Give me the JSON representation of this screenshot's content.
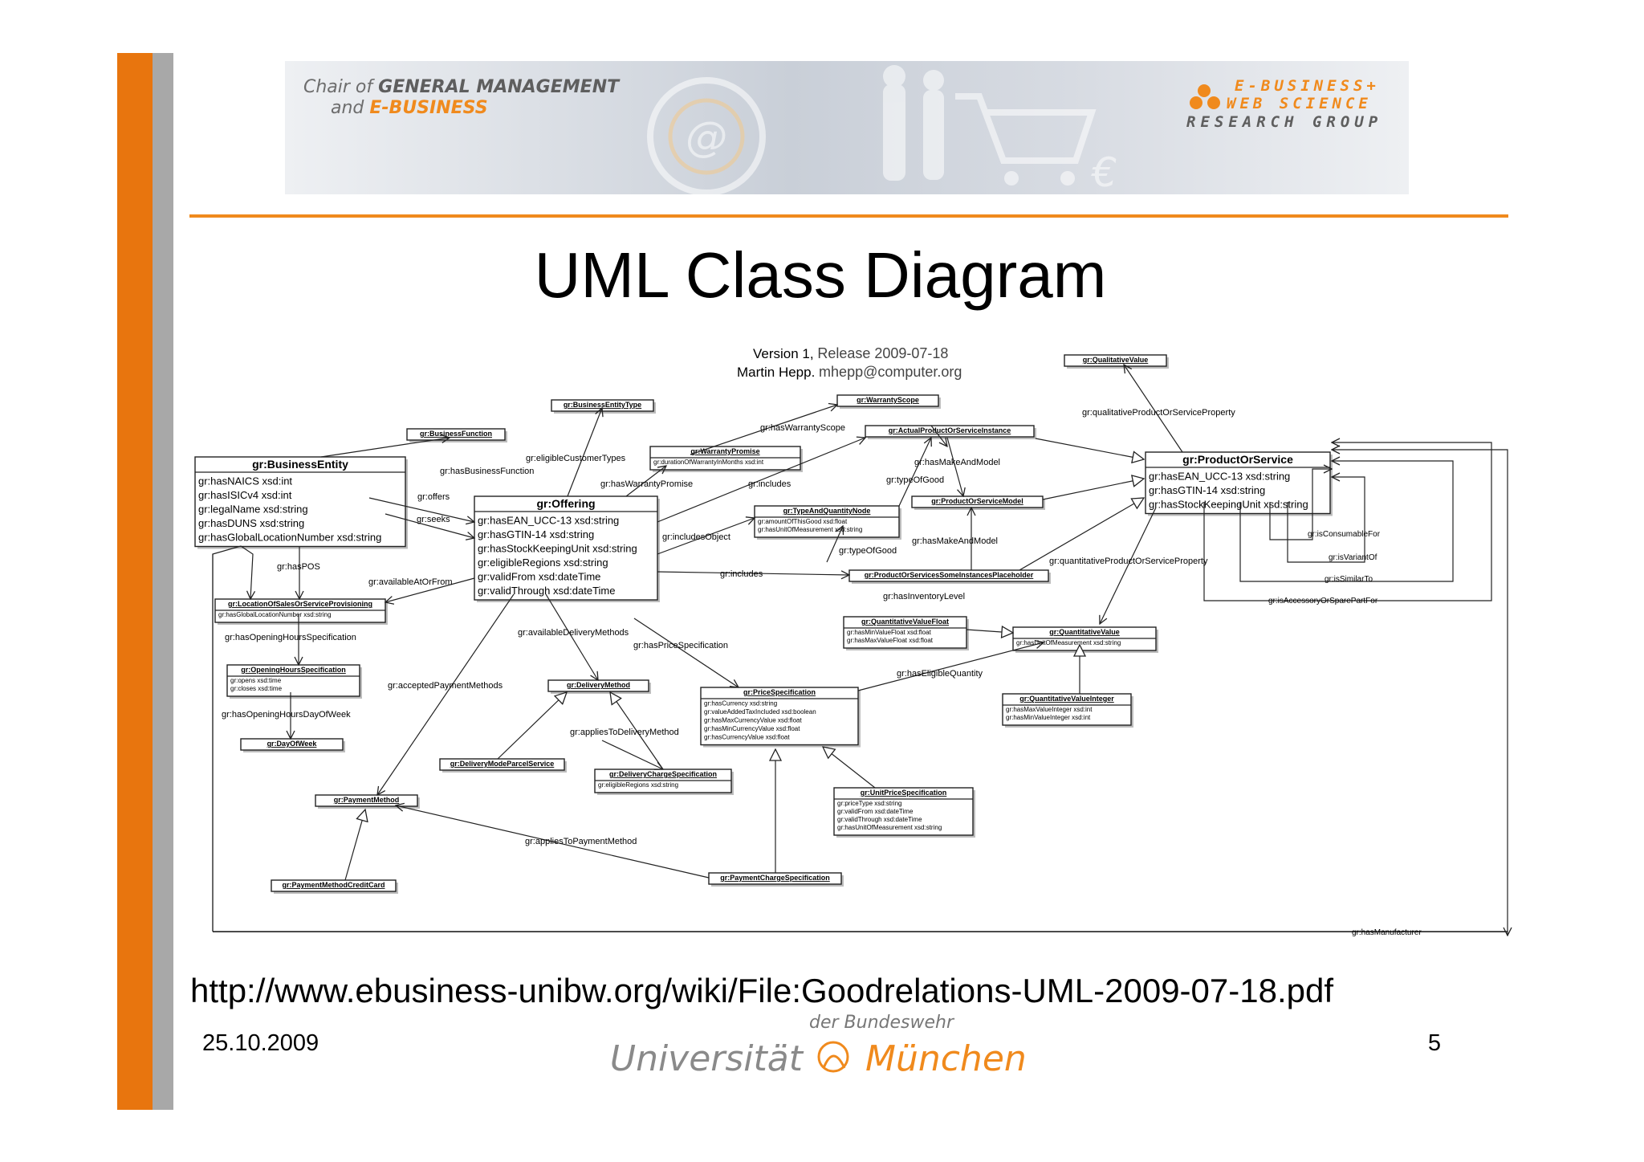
{
  "header": {
    "chair_line1_prefix": "Chair of",
    "chair_line1_emph": "GENERAL MANAGEMENT",
    "chair_line2_prefix": "and",
    "chair_line2_emph": "E-BUSINESS",
    "group_line1": "E-BUSINESS+",
    "group_line2": "WEB SCIENCE",
    "group_line3": "RESEARCH GROUP",
    "banner_at": "@",
    "banner_euro": "€"
  },
  "title": "UML Class Diagram",
  "diagram": {
    "version_plain": "Version 1, ",
    "version_emph": "Release 2009-07-18",
    "author_plain": "Martin Hepp. ",
    "author_emph": "mhepp@computer.org",
    "classes": {
      "business_entity": {
        "name": "gr:BusinessEntity",
        "attrs": [
          "gr:hasNAICS xsd:int",
          "gr:hasISICv4 xsd:int",
          "gr:legalName xsd:string",
          "gr:hasDUNS xsd:string",
          "gr:hasGlobalLocationNumber xsd:string"
        ]
      },
      "offering": {
        "name": "gr:Offering",
        "attrs": [
          "gr:hasEAN_UCC-13 xsd:string",
          "gr:hasGTIN-14 xsd:string",
          "gr:hasStockKeepingUnit xsd:string",
          "gr:eligibleRegions xsd:string",
          "gr:validFrom xsd:dateTime",
          "gr:validThrough xsd:dateTime"
        ]
      },
      "product_or_service": {
        "name": "gr:ProductOrService",
        "attrs": [
          "gr:hasEAN_UCC-13 xsd:string",
          "gr:hasGTIN-14 xsd:string",
          "gr:hasStockKeepingUnit xsd:string"
        ]
      },
      "business_function": {
        "name": "gr:BusinessFunction",
        "attrs": []
      },
      "business_entity_type": {
        "name": "gr:BusinessEntityType",
        "attrs": []
      },
      "warranty_scope": {
        "name": "gr:WarrantyScope",
        "attrs": []
      },
      "qualitative_value": {
        "name": "gr:QualitativeValue",
        "attrs": []
      },
      "warranty_promise": {
        "name": "gr:WarrantyPromise",
        "attrs": [
          "gr:durationOfWarrantyInMonths xsd:int"
        ]
      },
      "actual_instance": {
        "name": "gr:ActualProductOrServiceInstance",
        "attrs": []
      },
      "type_and_quantity_node": {
        "name": "gr:TypeAndQuantityNode",
        "attrs": [
          "gr:amountOfThisGood xsd:float",
          "gr:hasUnitOfMeasurement xsd:string"
        ]
      },
      "product_or_service_model": {
        "name": "gr:ProductOrServiceModel",
        "attrs": []
      },
      "placeholder": {
        "name": "gr:ProductOrServicesSomeInstancesPlaceholder",
        "attrs": []
      },
      "location": {
        "name": "gr:LocationOfSalesOrServiceProvisioning",
        "attrs": [
          "gr:hasGlobalLocationNumber xsd:string"
        ]
      },
      "opening_hours": {
        "name": "gr:OpeningHoursSpecification",
        "attrs": [
          "gr:opens xsd:time",
          "gr:closes xsd:time"
        ]
      },
      "day_of_week": {
        "name": "gr:DayOfWeek",
        "attrs": []
      },
      "delivery_method": {
        "name": "gr:DeliveryMethod",
        "attrs": []
      },
      "price_specification": {
        "name": "gr:PriceSpecification",
        "attrs": [
          "gr:hasCurrency xsd:string",
          "gr:valueAddedTaxIncluded xsd:boolean",
          "gr:hasMaxCurrencyValue xsd:float",
          "gr:hasMinCurrencyValue xsd:float",
          "gr:hasCurrencyValue xsd:float"
        ]
      },
      "quantitative_value_float": {
        "name": "gr:QuantitativeValueFloat",
        "attrs": [
          "gr:hasMinValueFloat xsd:float",
          "gr:hasMaxValueFloat xsd:float"
        ]
      },
      "quantitative_value": {
        "name": "gr:QuantitativeValue",
        "attrs": [
          "gr:hasUnitOfMeasurement xsd:string"
        ]
      },
      "quantitative_value_integer": {
        "name": "gr:QuantitativeValueInteger",
        "attrs": [
          "gr:hasMaxValueInteger xsd:int",
          "gr:hasMinValueInteger xsd:int"
        ]
      },
      "delivery_mode_parcel": {
        "name": "gr:DeliveryModeParcelService",
        "attrs": []
      },
      "delivery_charge": {
        "name": "gr:DeliveryChargeSpecification",
        "attrs": [
          "gr:eligibleRegions xsd:string"
        ]
      },
      "unit_price": {
        "name": "gr:UnitPriceSpecification",
        "attrs": [
          "gr:priceType xsd:string",
          "gr:validFrom xsd:dateTime",
          "gr:validThrough xsd:dateTime",
          "gr:hasUnitOfMeasurement xsd:string"
        ]
      },
      "payment_method": {
        "name": "gr:PaymentMethod",
        "attrs": []
      },
      "payment_credit_card": {
        "name": "gr:PaymentMethodCreditCard",
        "attrs": []
      },
      "payment_charge": {
        "name": "gr:PaymentChargeSpecification",
        "attrs": []
      }
    },
    "labels": {
      "has_business_function": "gr:hasBusinessFunction",
      "eligible_customer_types": "gr:eligibleCustomerTypes",
      "offers": "gr:offers",
      "seeks": "gr:seeks",
      "has_warranty_scope": "gr:hasWarrantyScope",
      "has_warranty_promise": "gr:hasWarrantyPromise",
      "includes_1": "gr:includes",
      "includes_2": "gr:includes",
      "includes_object": "gr:includesObject",
      "type_of_good_1": "gr:typeOfGood",
      "type_of_good_2": "gr:typeOfGood",
      "has_make_and_model_1": "gr:hasMakeAndModel",
      "has_make_and_model_2": "gr:hasMakeAndModel",
      "qualitative_property": "gr:qualitativeProductOrServiceProperty",
      "quantitative_property": "gr:quantitativeProductOrServiceProperty",
      "is_consumable_for": "gr:isConsumableFor",
      "is_variant_of": "gr:isVariantOf",
      "is_similar_to": "gr:isSimilarTo",
      "is_accessory": "gr:isAccessoryOrSparePartFor",
      "has_pos": "gr:hasPOS",
      "available_at": "gr:availableAtOrFrom",
      "has_inventory_level": "gr:hasInventoryLevel",
      "has_opening_hours_spec": "gr:hasOpeningHoursSpecification",
      "available_delivery_methods": "gr:availableDeliveryMethods",
      "has_price_specification": "gr:hasPriceSpecification",
      "has_eligible_quantity": "gr:hasEligibleQuantity",
      "accepted_payment_methods": "gr:acceptedPaymentMethods",
      "has_opening_hours_day": "gr:hasOpeningHoursDayOfWeek",
      "applies_to_delivery": "gr:appliesToDeliveryMethod",
      "applies_to_payment": "gr:appliesToPaymentMethod",
      "has_manufacturer": "gr:hasManufacturer"
    }
  },
  "source_url": "http://www.ebusiness-unibw.org/wiki/File:Goodrelations-UML-2009-07-18.pdf",
  "footer": {
    "date": "25.10.2009",
    "page_number": "5",
    "uni_top": "der Bundeswehr",
    "uni_left": "Universität",
    "uni_right": "München"
  },
  "colors": {
    "accent_orange": "#e8750e",
    "side_gray": "#a8a8a8",
    "header_orange": "#f08a1d",
    "banner_bg": "#d9dde3"
  }
}
